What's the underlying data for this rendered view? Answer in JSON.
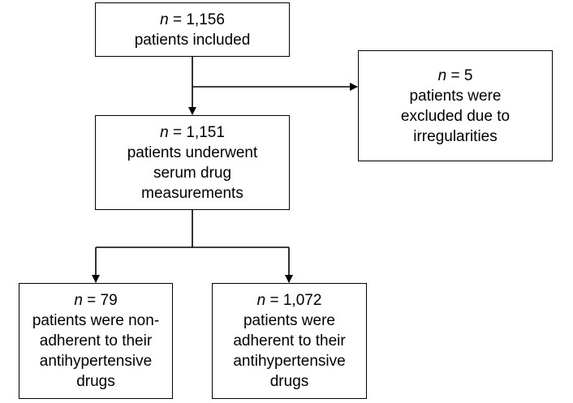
{
  "boxes": {
    "included": {
      "n_symbol": "n",
      "equals": " = ",
      "count": "1,156",
      "lines": [
        "patients included"
      ]
    },
    "excluded": {
      "n_symbol": "n",
      "equals": " = ",
      "count": "5",
      "lines": [
        "patients were",
        "excluded due to",
        "irregularities"
      ]
    },
    "measured": {
      "n_symbol": "n",
      "equals": " = ",
      "count": "1,151",
      "lines": [
        "patients underwent",
        "serum drug",
        "measurements"
      ]
    },
    "nonadherent": {
      "n_symbol": "n",
      "equals": " = ",
      "count": "79",
      "lines": [
        "patients were non-",
        "adherent to their",
        "antihypertensive",
        "drugs"
      ]
    },
    "adherent": {
      "n_symbol": "n",
      "equals": " = ",
      "count": "1,072",
      "lines": [
        "patients were",
        "adherent to their",
        "antihypertensive",
        "drugs"
      ]
    }
  },
  "colors": {
    "line": "#000000",
    "box_border": "#000000",
    "background": "#ffffff"
  }
}
